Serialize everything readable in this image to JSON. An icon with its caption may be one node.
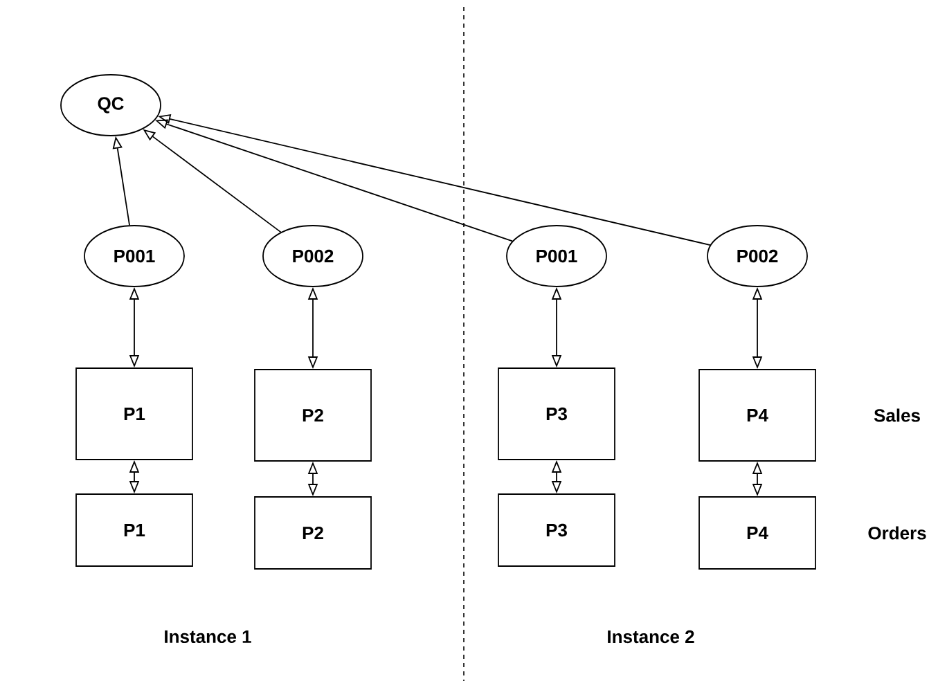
{
  "diagram": {
    "nodes": [
      {
        "text": [
          "QC"
        ]
      },
      {
        "text": [
          "P001"
        ]
      },
      {
        "text": [
          "P002"
        ]
      },
      {
        "text": [
          "P001"
        ]
      },
      {
        "text": [
          "P002"
        ]
      },
      {
        "text": [
          "P1"
        ]
      },
      {
        "text": [
          "P2"
        ]
      },
      {
        "text": [
          "P3"
        ]
      },
      {
        "text": [
          "P4"
        ]
      },
      {
        "text": [
          "P1"
        ]
      },
      {
        "text": [
          "P2"
        ]
      },
      {
        "text": [
          "P3"
        ]
      },
      {
        "text": [
          "P4"
        ]
      }
    ],
    "edges": [
      {
        "from": 1,
        "to": 0,
        "arrow": "to"
      },
      {
        "from": 2,
        "to": 0,
        "arrow": "to"
      },
      {
        "from": 3,
        "to": 0,
        "arrow": "to"
      },
      {
        "from": 4,
        "to": 0,
        "arrow": "to"
      },
      {
        "from": 1,
        "to": 5,
        "arrow": "both"
      },
      {
        "from": 2,
        "to": 6,
        "arrow": "both"
      },
      {
        "from": 3,
        "to": 7,
        "arrow": "both"
      },
      {
        "from": 4,
        "to": 8,
        "arrow": "both"
      },
      {
        "from": 5,
        "to": 9,
        "arrow": "both"
      },
      {
        "from": 6,
        "to": 10,
        "arrow": "both"
      },
      {
        "from": 7,
        "to": 11,
        "arrow": "both"
      },
      {
        "from": 8,
        "to": 12,
        "arrow": "both"
      }
    ],
    "labels": [
      "Sales",
      "Orders",
      "Instance 1",
      "Instance 2"
    ]
  }
}
